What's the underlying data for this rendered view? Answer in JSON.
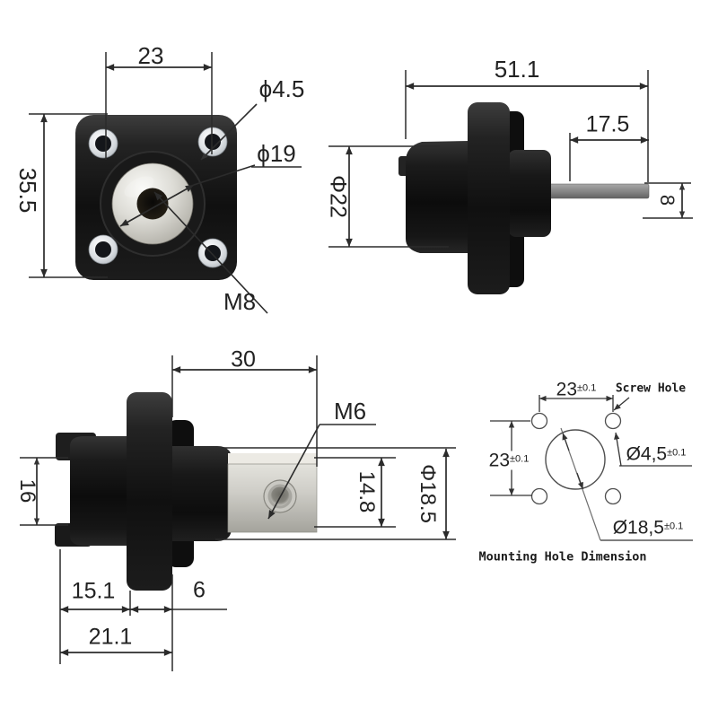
{
  "front_view": {
    "hole_pitch": "23",
    "screw_hole_dia": "ϕ4.5",
    "terminal_dia": "ϕ19",
    "flange_height": "35.5",
    "thread": "M8"
  },
  "side_view": {
    "total_length": "51.1",
    "pin_length": "17.5",
    "body_dia": "Φ22",
    "pin_width": "8"
  },
  "rear_view": {
    "tab_length": "30",
    "thread": "M6",
    "socket_height": "16",
    "tab_width": "14.8",
    "neck_dia": "Φ18.5",
    "body_depth": "15.1",
    "flange_thickness": "6",
    "total_depth": "21.1"
  },
  "mounting_diagram": {
    "pitch_horizontal": "23",
    "pitch_horizontal_tol": "±0.1",
    "pitch_vertical": "23",
    "pitch_vertical_tol": "±0.1",
    "screw_hole_label": "Screw Hole",
    "screw_hole_dia": "Ø4,5",
    "screw_hole_tol": "±0.1",
    "center_hole_dia": "Ø18,5",
    "center_hole_tol": "±0.1",
    "caption": "Mounting Hole Dimension"
  },
  "colors": {
    "dimension_line": "#2b2b2b",
    "diagram_line": "#4f4f4f",
    "plastic_body": "#161616",
    "metal": "#c9c8c2"
  }
}
